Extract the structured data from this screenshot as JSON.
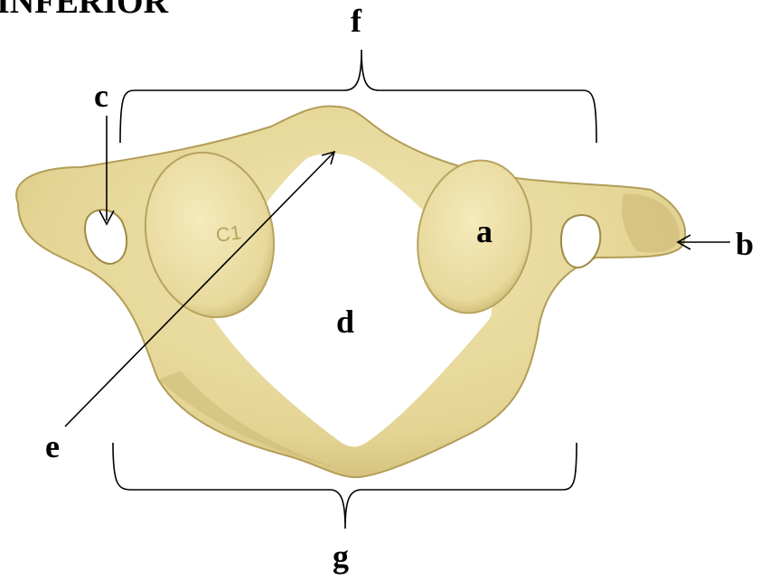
{
  "title": "INFERIOR",
  "labels": {
    "a": "a",
    "b": "b",
    "c": "c",
    "d": "d",
    "e": "e",
    "f": "f",
    "g": "g"
  },
  "image": {
    "subject": "vertebra-c1-inferior-view",
    "engraving": "C1"
  },
  "colors": {
    "bone": "#e9dda2",
    "bone_shade": "#c7b46e",
    "bone_dark": "#a8934f",
    "facet": "#efe3ae",
    "ink": "#000000",
    "background": "#ffffff"
  }
}
